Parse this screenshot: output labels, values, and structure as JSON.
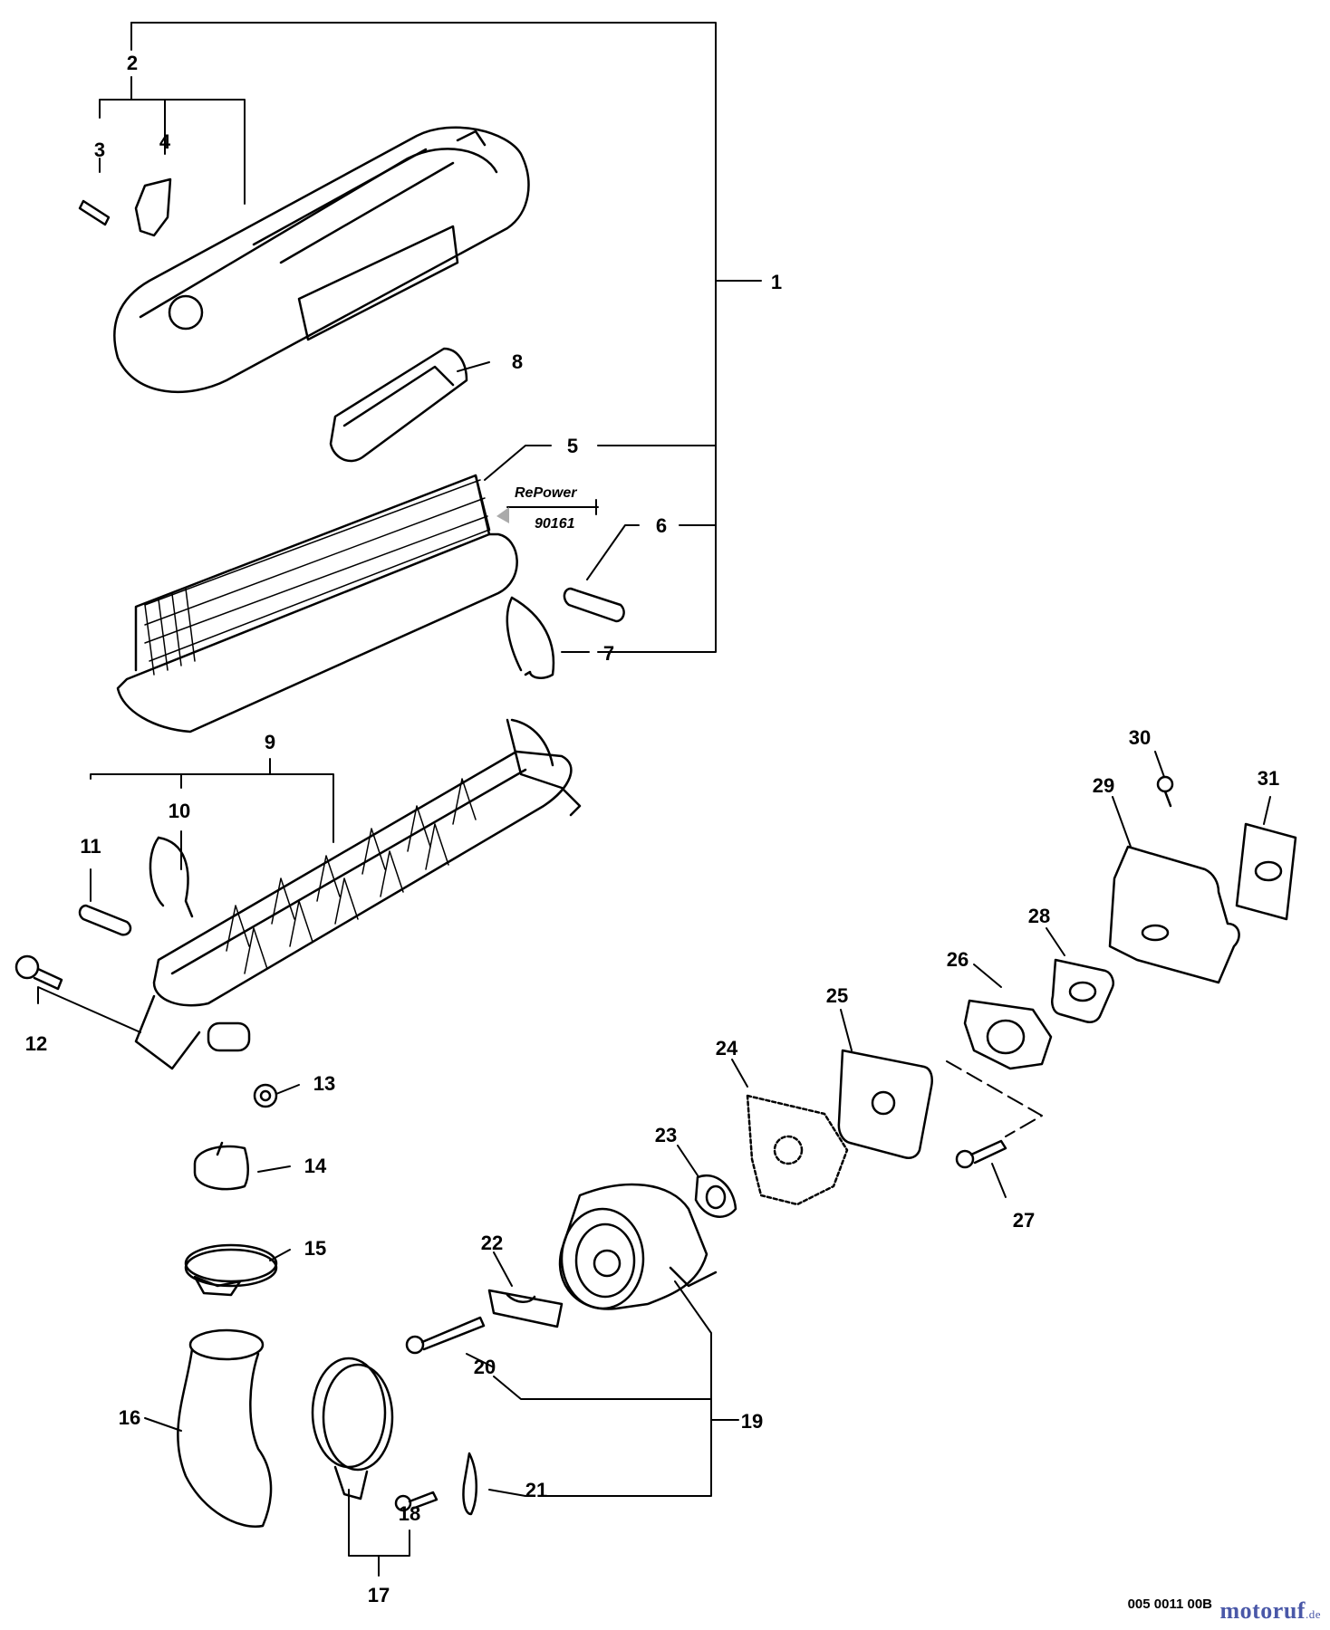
{
  "diagram": {
    "labels": [
      "1",
      "2",
      "3",
      "4",
      "5",
      "6",
      "7",
      "8",
      "9",
      "10",
      "11",
      "12",
      "13",
      "14",
      "15",
      "16",
      "17",
      "18",
      "19",
      "20",
      "21",
      "22",
      "23",
      "24",
      "25",
      "26",
      "27",
      "28",
      "29",
      "30",
      "31"
    ],
    "callout": {
      "brand": "RePower",
      "part_number": "90161"
    },
    "document_code": "005 0011 00B",
    "watermark": {
      "name": "motoruf",
      "tld": ".de"
    }
  }
}
